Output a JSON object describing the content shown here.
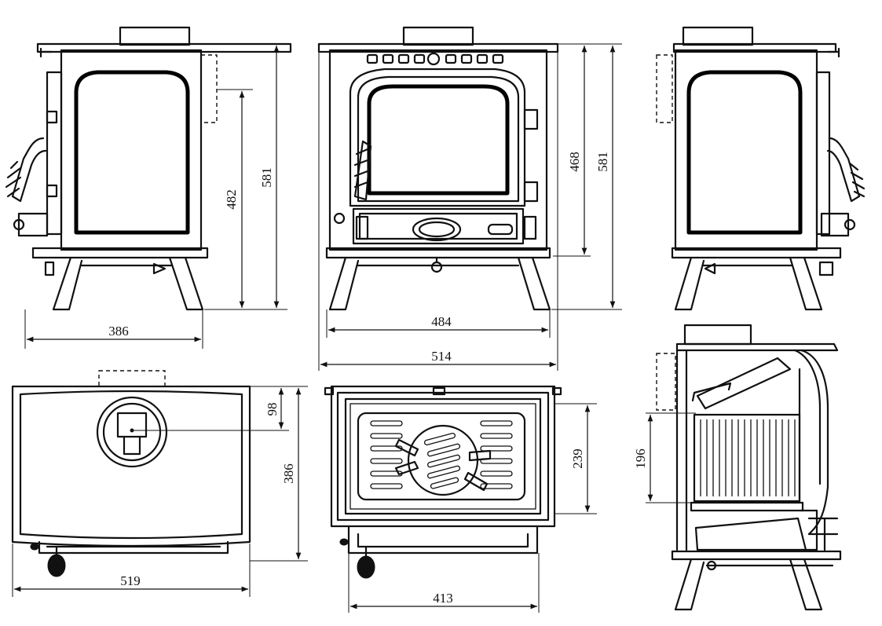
{
  "dimensions": {
    "side_width": "386",
    "side_height_total": "581",
    "side_height_door": "482",
    "front_inner_width": "484",
    "front_total_width": "514",
    "front_height_door": "468",
    "front_height_total": "581",
    "top_depth": "519",
    "top_depth_total": "386",
    "top_flue_offset": "98",
    "bottom_grate_width": "413",
    "bottom_grate_depth": "239",
    "section_firebox_height": "196"
  }
}
